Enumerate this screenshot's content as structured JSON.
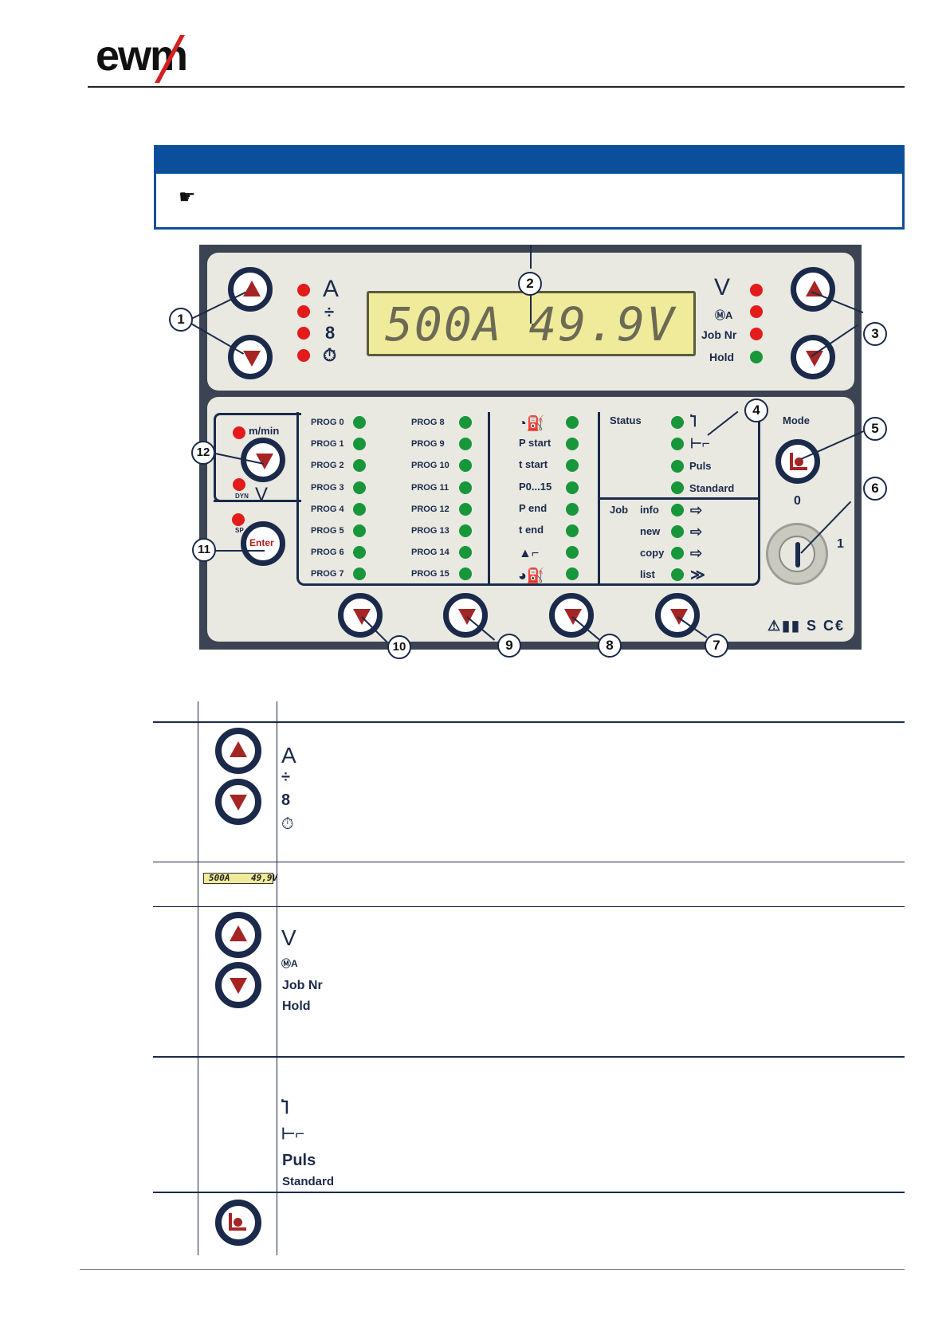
{
  "header": {
    "logo_text": "ewm"
  },
  "note": {
    "hand_icon": "pointing-hand-icon"
  },
  "panel": {
    "lcd_current": "500A",
    "lcd_voltage": "49.9V",
    "left_params": [
      "A",
      "÷",
      "8",
      "⏱"
    ],
    "right_params": [
      "V",
      "ⓂA",
      "Job Nr",
      "Hold"
    ],
    "right_led_colors": [
      "red",
      "red",
      "red",
      "green"
    ],
    "m_min": "m/min",
    "v_label": "V",
    "dyn_label": "DYN",
    "sp_label": "SP",
    "enter_label": "Enter",
    "prog_left": [
      "PROG 0",
      "PROG 1",
      "PROG 2",
      "PROG 3",
      "PROG 4",
      "PROG 5",
      "PROG 6",
      "PROG 7"
    ],
    "prog_right": [
      "PROG 8",
      "PROG 9",
      "PROG 10",
      "PROG 11",
      "PROG 12",
      "PROG 13",
      "PROG 14",
      "PROG 15"
    ],
    "phase_labels": [
      "",
      "P start",
      "t start",
      "P0...15",
      "P end",
      "t end",
      "",
      ""
    ],
    "status_label": "Status",
    "status_items": [
      "Puls",
      "Standard"
    ],
    "job_label": "Job",
    "job_items": [
      "info",
      "new",
      "copy",
      "list"
    ],
    "mode_label": "Mode",
    "key_off": "0",
    "key_on": "1",
    "marks": "⚠▮▮ S C€"
  },
  "callouts": [
    "1",
    "2",
    "3",
    "4",
    "5",
    "6",
    "7",
    "8",
    "9",
    "10",
    "11",
    "12"
  ],
  "table": {
    "row1_symbols": [
      "A",
      "÷",
      "8",
      "⏱"
    ],
    "row2_lcd": "500A    49,9V",
    "row3_symbols": [
      "V",
      "ⓂA"
    ],
    "row3_texts": [
      "Job Nr",
      "Hold"
    ],
    "row4_texts": [
      "Puls",
      "Standard"
    ]
  }
}
